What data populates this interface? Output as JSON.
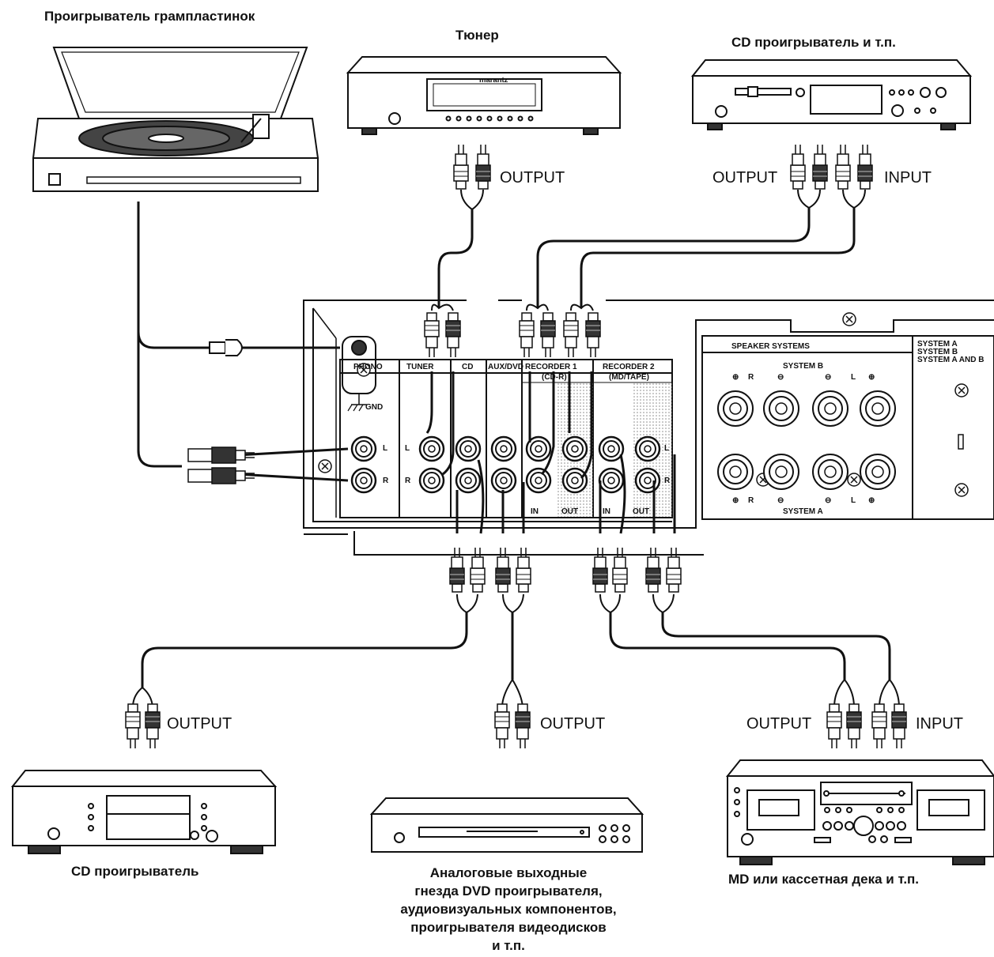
{
  "devices": {
    "turntable": "Проигрыватель грампластинок",
    "tuner": "Тюнер",
    "tuner_brand": "marantz",
    "cd_top": "CD проигрыватель и т.п.",
    "cd_bottom": "CD проигрыватель",
    "dvd_lines": [
      "Аналоговые выходные",
      "гнезда DVD проигрывателя,",
      "аудиовизуальных компонентов,",
      "проигрывателя видеодисков",
      "и т.п."
    ],
    "deck": "MD или кассетная дека и т.п."
  },
  "ports": {
    "output": "OUTPUT",
    "input": "INPUT"
  },
  "panel": {
    "gnd": "GND",
    "phono": "PHONO",
    "tuner": "TUNER",
    "cd": "CD",
    "aux": "AUX/DVD",
    "rec1": "RECORDER 1",
    "rec1_sub": "(CD-R)",
    "rec2": "RECORDER 2",
    "rec2_sub": "(MD/TAPE)",
    "L": "L",
    "R": "R",
    "in": "IN",
    "out": "OUT",
    "speaker": "SPEAKER SYSTEMS",
    "system_b": "SYSTEM B",
    "system_a": "SYSTEM A",
    "sys_sel": [
      "SYSTEM A",
      "SYSTEM B",
      "SYSTEM A AND B"
    ],
    "plus": "⊕",
    "minus": "⊖"
  }
}
